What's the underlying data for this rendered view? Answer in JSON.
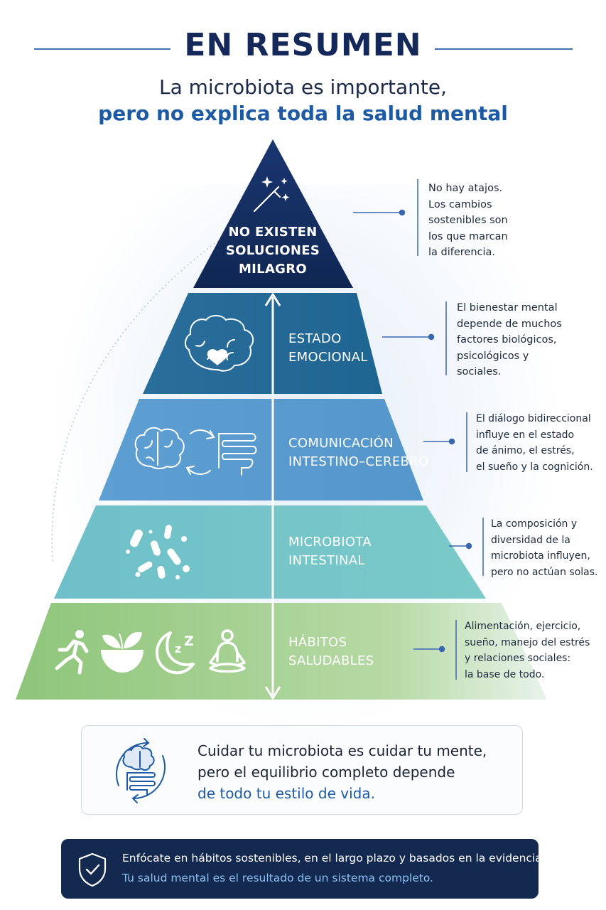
{
  "header": {
    "title": "EN RESUMEN",
    "subtitle_line1": "La microbiota es importante,",
    "subtitle_line2": "pero no explica toda la salud mental"
  },
  "pyramid": {
    "tiers": [
      {
        "id": "milagro",
        "label_lines": [
          "NO EXISTEN",
          "SOLUCIONES",
          "MILAGRO"
        ],
        "icon": "magic-wand-icon",
        "color": "#132c5a",
        "description_lines": [
          "No hay atajos.",
          "Los cambios",
          "sostenibles son",
          "los que marcan",
          "la diferencia."
        ]
      },
      {
        "id": "emocional",
        "label_lines": [
          "ESTADO",
          "EMOCIONAL"
        ],
        "icon": "brain-heart-icon",
        "color": "#236a96",
        "description_lines": [
          "El bienestar mental",
          "depende de muchos",
          "factores biológicos,",
          "psicológicos y",
          "sociales."
        ]
      },
      {
        "id": "comunicacion",
        "label_lines": [
          "COMUNICACIÓN",
          "INTESTINO–CEREBRO"
        ],
        "icon": "brain-gut-cycle-icon",
        "color": "#5a9bd0",
        "description_lines": [
          "El diálogo bidireccional",
          "influye en el estado",
          "de ánimo, el estrés,",
          "el sueño y la cognición."
        ]
      },
      {
        "id": "microbiota",
        "label_lines": [
          "MICROBIOTA",
          "INTESTINAL"
        ],
        "icon": "bacteria-icon",
        "color": "#6fc0c8",
        "description_lines": [
          "La composición y",
          "diversidad de la",
          "microbiota influyen,",
          "pero no actúan solas."
        ]
      },
      {
        "id": "habitos",
        "label_lines": [
          "HÁBITOS",
          "SALUDABLES"
        ],
        "icon": "habits-icons",
        "color": "#8ec77b",
        "description_lines": [
          "Alimentación, ejercicio,",
          "sueño, manejo del estrés",
          "y relaciones sociales:",
          "la base de todo."
        ]
      }
    ]
  },
  "callout": {
    "line1": "Cuidar tu microbiota es cuidar tu mente,",
    "line2": "pero el equilibrio completo depende",
    "line3": "de todo tu estilo de vida.",
    "icon": "brain-gut-cycle-icon"
  },
  "banner": {
    "line1": "Enfócate en hábitos sostenibles, en el largo plazo y basados en la evidencia.",
    "line2": "Tu salud mental es el resultado de un sistema completo.",
    "icon": "shield-check-icon"
  },
  "colors": {
    "navy": "#13294f",
    "accent_blue": "#1d5aa3",
    "connector": "#3a66b0"
  }
}
